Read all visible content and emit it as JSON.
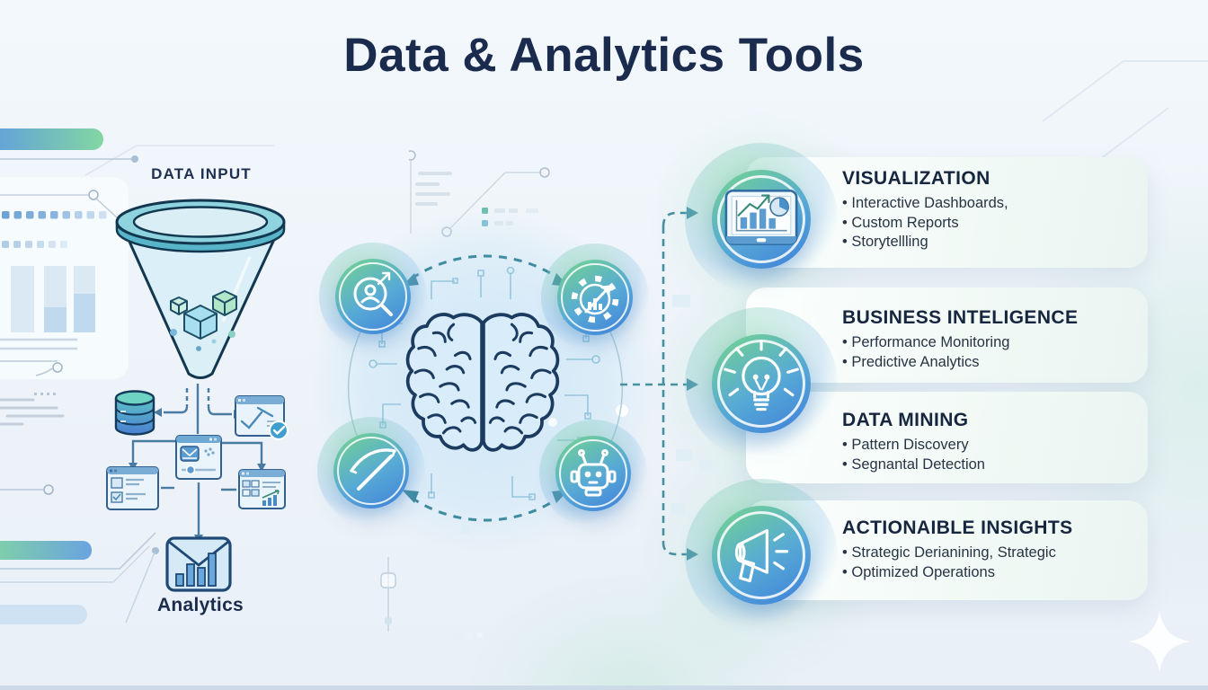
{
  "title": "Data & Analytics Tools",
  "left_flow": {
    "input_label": "DATA INPUT",
    "output_label": "Analytics",
    "icons": [
      "funnel-icon",
      "database-icon",
      "document-check-icon",
      "hub-window-icon",
      "list-window-icon",
      "report-window-icon",
      "analytics-envelope-icon"
    ]
  },
  "center": {
    "icons": [
      "user-search-icon",
      "gear-chart-icon",
      "pickaxe-icon",
      "robot-icon",
      "brain-icon"
    ]
  },
  "cards": [
    {
      "heading": "VISUALIZATION",
      "bullets": [
        "Interactive Dashboards,",
        "Custom Reports",
        "Storytellling"
      ]
    },
    {
      "heading": "BUSINESS INTELIGENCE",
      "bullets": [
        "Performance Monitoring",
        "Predictive Analytics"
      ]
    },
    {
      "heading": "DATA MINING",
      "bullets": [
        "Pattern Discovery",
        "Segnantal Detection"
      ]
    },
    {
      "heading": "ACTIONAIBLE INSIGHTS",
      "bullets": [
        "Strategic Derianining, Strategic",
        "Optimized Operations"
      ]
    }
  ],
  "badges": [
    "dashboard-chart-icon",
    "lightbulb-icon",
    "megaphone-icon"
  ],
  "colors": {
    "title_text": "#1a2b4d",
    "heading_text": "#16263f",
    "body_text": "#273444",
    "badge_gradient_start": "#74d58c",
    "badge_gradient_end": "#3e7ed9",
    "connector_teal": "#47909f",
    "funnel_teal": "#8fd3de",
    "outline_navy": "#143a5c"
  }
}
